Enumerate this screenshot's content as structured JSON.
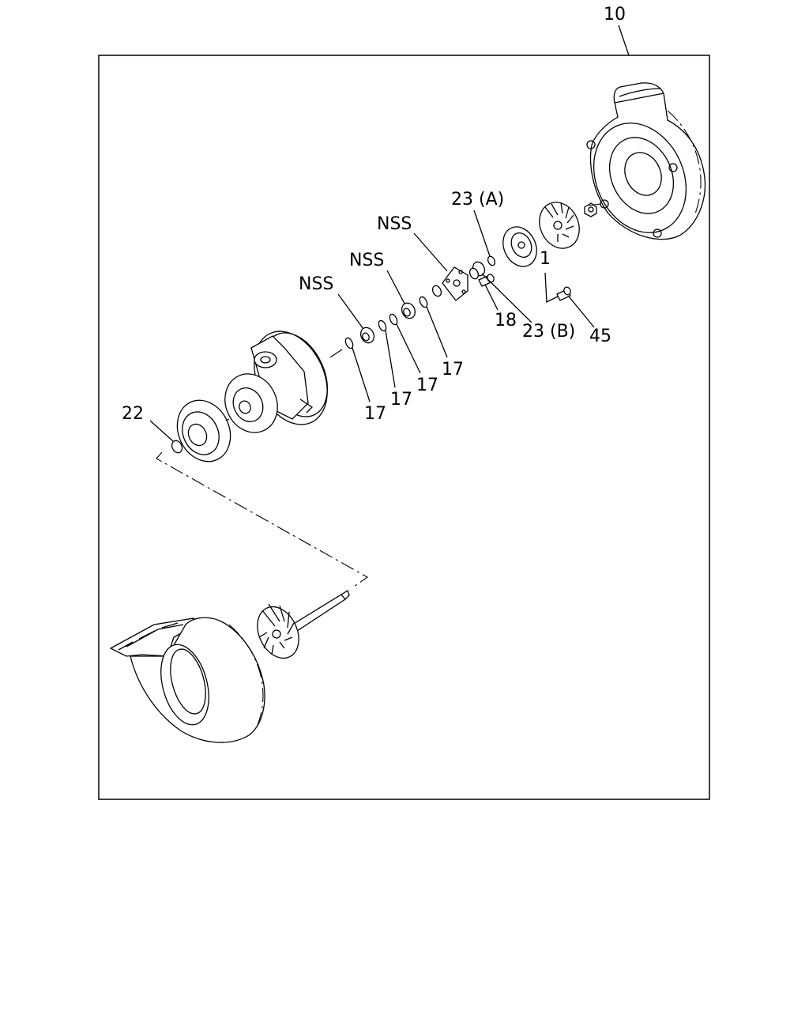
{
  "labels": {
    "assembly": "10",
    "nss_a": "NSS",
    "nss_b": "NSS",
    "nss_c": "NSS",
    "part_23a": "23 (A)",
    "part_23b": "23 (B)",
    "part_18": "18",
    "part_45": "45",
    "part_1": "1",
    "part_17_a": "17",
    "part_17_b": "17",
    "part_17_c": "17",
    "part_17_d": "17",
    "part_22": "22"
  }
}
